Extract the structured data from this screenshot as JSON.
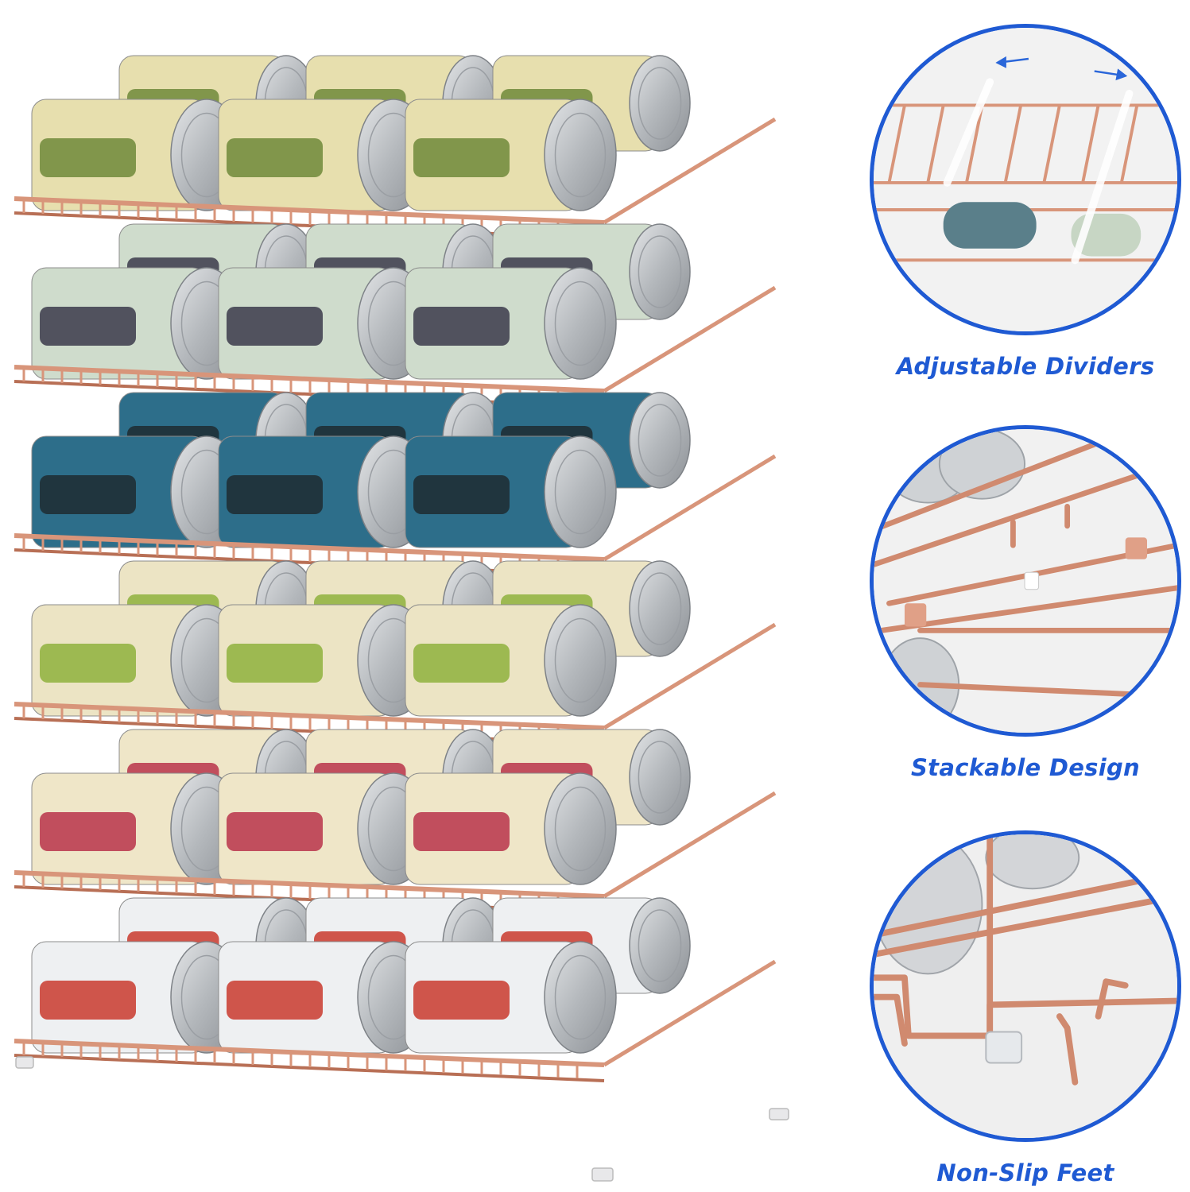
{
  "colors": {
    "accent": "#1f5ad3",
    "wire": "#d8957a",
    "wire_dark": "#b86f55",
    "can_lid": "#b9bcc0"
  },
  "photo": {
    "icon": "can-rack-photo"
  },
  "features": [
    {
      "icon": "divider-closeup-icon",
      "label": "Adjustable Dividers"
    },
    {
      "icon": "stack-joint-closeup-icon",
      "label": "Stackable Design"
    },
    {
      "icon": "foot-closeup-icon",
      "label": "Non-Slip Feet"
    }
  ]
}
